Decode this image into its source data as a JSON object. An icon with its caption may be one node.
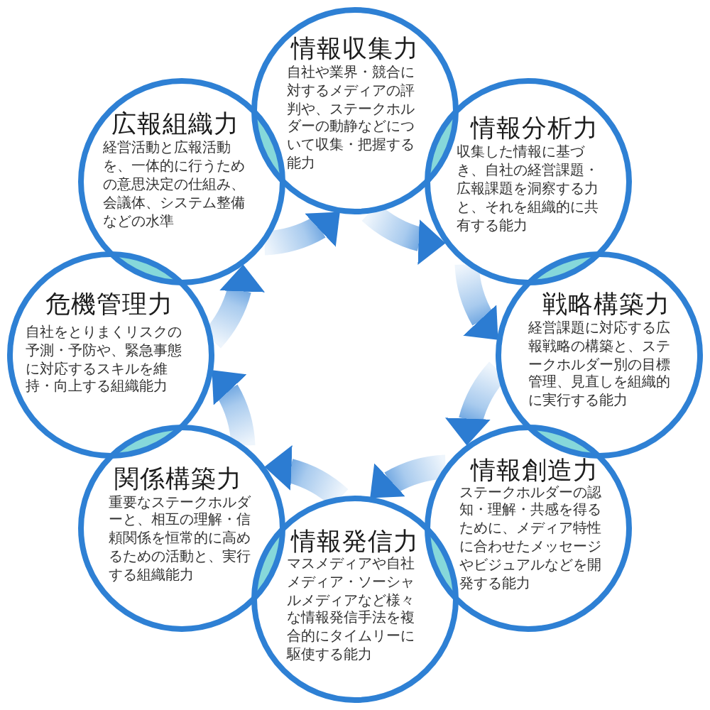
{
  "diagram": {
    "nodes": [
      {
        "text": [
          "情報収集力",
          "自社や業界・競合に対するメディアの評判や、ステークホルダーの動静などについて収集・把握する能力"
        ]
      },
      {
        "text": [
          "情報分析力",
          "収集した情報に基づき、自社の経営課題・広報課題を洞察する力と、それを組織的に共有する能力"
        ]
      },
      {
        "text": [
          "戦略構築力",
          "経営課題に対応する広報戦略の構築と、ステークホルダー別の目標管理、見直しを組織的に実行する能力"
        ]
      },
      {
        "text": [
          "情報創造力",
          "ステークホルダーの認知・理解・共感を得るために、メディア特性に合わせたメッセージやビジュアルなどを開発する能力"
        ]
      },
      {
        "text": [
          "情報発信力",
          "マスメディアや自社メディア・ソーシャルメディアなど様々な情報発信手法を複合的にタイムリーに駆使する能力"
        ]
      },
      {
        "text": [
          "関係構築力",
          "重要なステークホルダーと、相互の理解・信頼関係を恒常的に高めるための活動と、実行する組織能力"
        ]
      },
      {
        "text": [
          "危機管理力",
          "自社をとりまくリスクの予測・予防や、緊急事態に対応するスキルを維持・向上する組織能力"
        ]
      },
      {
        "text": [
          "広報組織力",
          "経営活動と広報活動を、一体的に行うための意思決定の仕組み、会議体、システム整備などの水準"
        ]
      }
    ],
    "edges": [
      {
        "from": 0,
        "to": 1,
        "arrow": "to"
      },
      {
        "from": 1,
        "to": 2,
        "arrow": "to"
      },
      {
        "from": 2,
        "to": 3,
        "arrow": "to"
      },
      {
        "from": 3,
        "to": 4,
        "arrow": "to"
      },
      {
        "from": 4,
        "to": 5,
        "arrow": "to"
      },
      {
        "from": 5,
        "to": 6,
        "arrow": "to"
      },
      {
        "from": 6,
        "to": 7,
        "arrow": "to"
      },
      {
        "from": 7,
        "to": 0,
        "arrow": "to"
      }
    ]
  }
}
